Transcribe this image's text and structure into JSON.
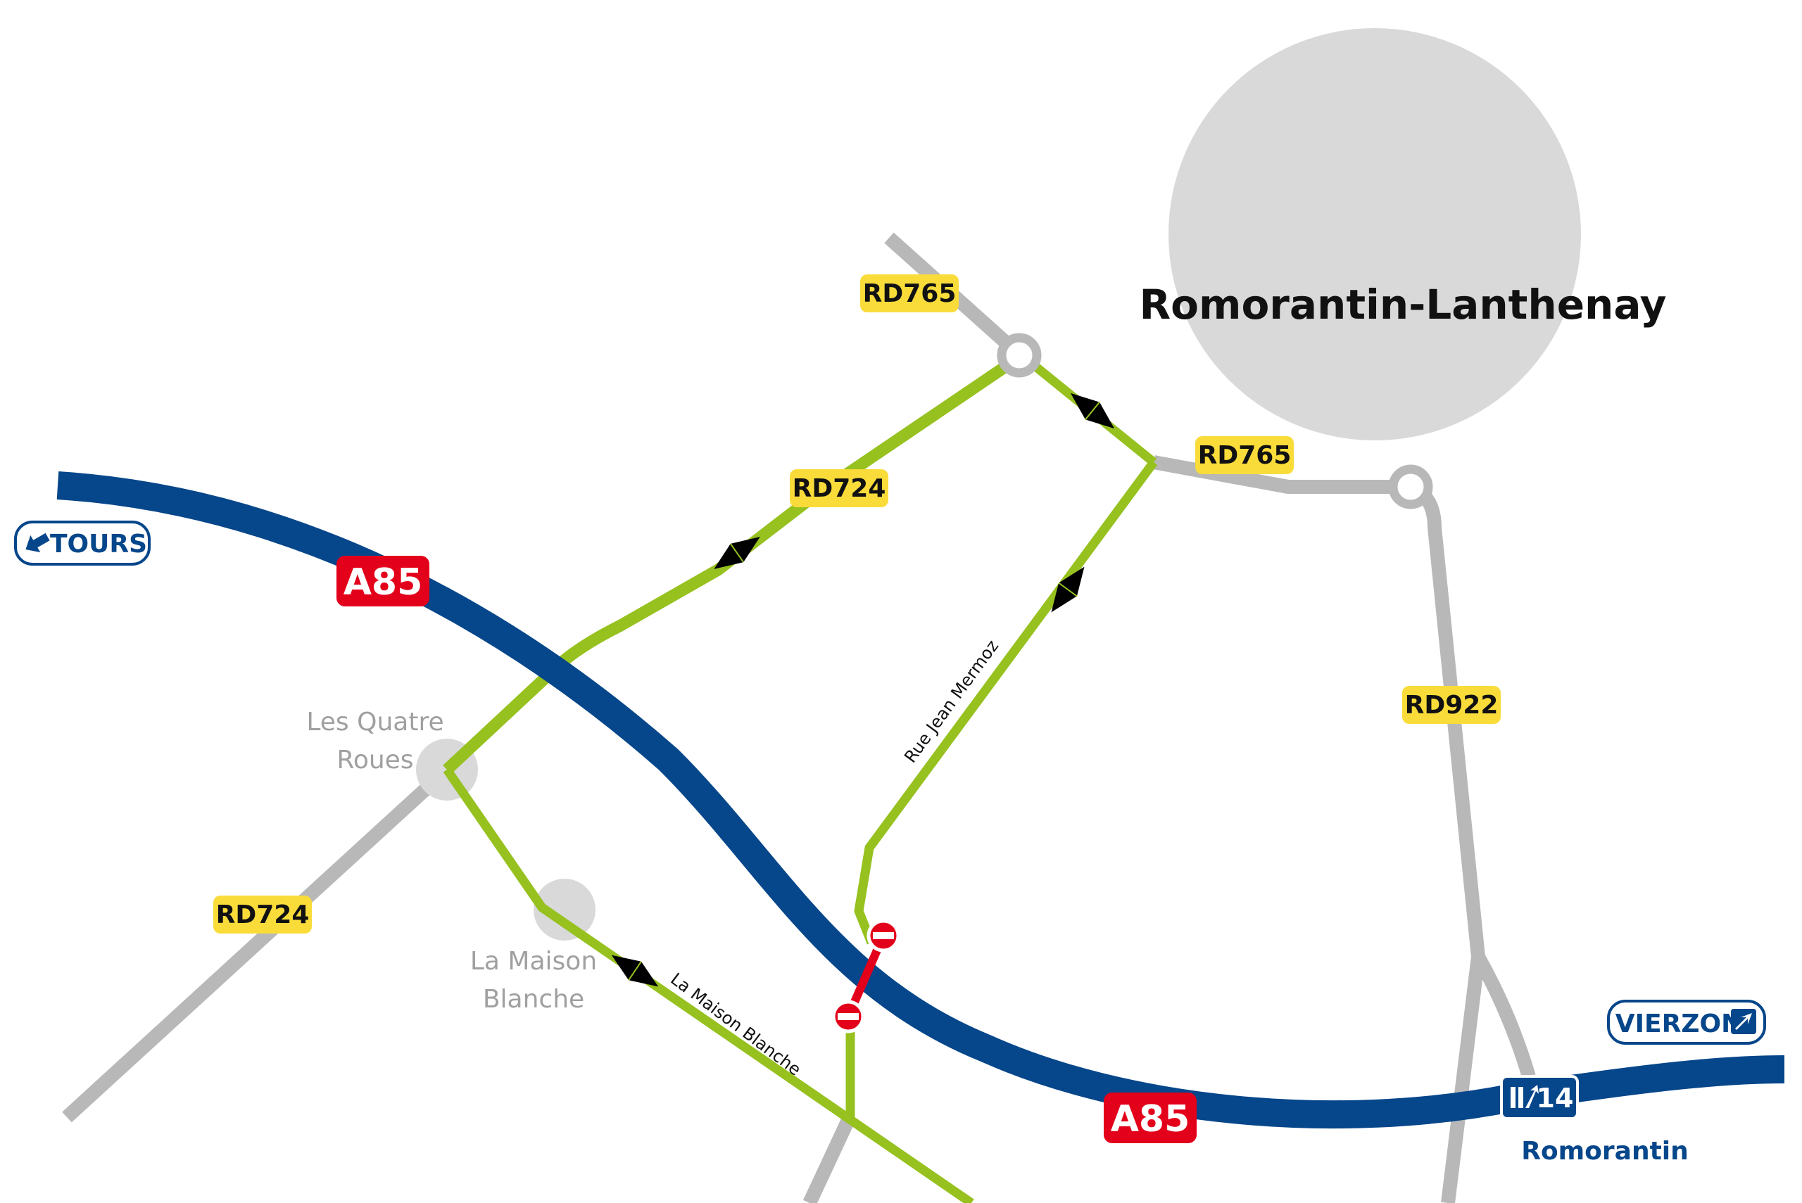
{
  "colors": {
    "motorway": "#06468a",
    "motorway_shield": "#e3001b",
    "green_route": "#96c11f",
    "road_gray": "#b8b8b8",
    "city_gray": "#d9d9d9",
    "road_shield": "#f9dc3a",
    "no_entry": "#e3001b",
    "destination_blue": "#06468a",
    "town_label": "#a0a0a0"
  },
  "city": {
    "name": "Romorantin-Lanthenay"
  },
  "roads": {
    "a85_top": "A85",
    "a85_bottom": "A85",
    "rd765_north": "RD765",
    "rd765_east": "RD765",
    "rd724_north": "RD724",
    "rd724_south": "RD724",
    "rd922": "RD922"
  },
  "places": {
    "quatre_roues_line1": "Les Quatre",
    "quatre_roues_line2": "Roues",
    "maison_blanche_line1": "La Maison",
    "maison_blanche_line2": "Blanche"
  },
  "streets": {
    "jean_mermoz": "Rue Jean Mermoz",
    "maison_blanche": "La Maison Blanche"
  },
  "destinations": {
    "tours": "TOURS",
    "vierzon": "VIERZON"
  },
  "exit": {
    "number": "14",
    "name": "Romorantin",
    "icon": "motorway-exit-icon"
  },
  "icons": {
    "direction_arrow": "black-diamond-icon",
    "no_entry": "no-entry-icon",
    "roundabout": "roundabout-icon"
  }
}
